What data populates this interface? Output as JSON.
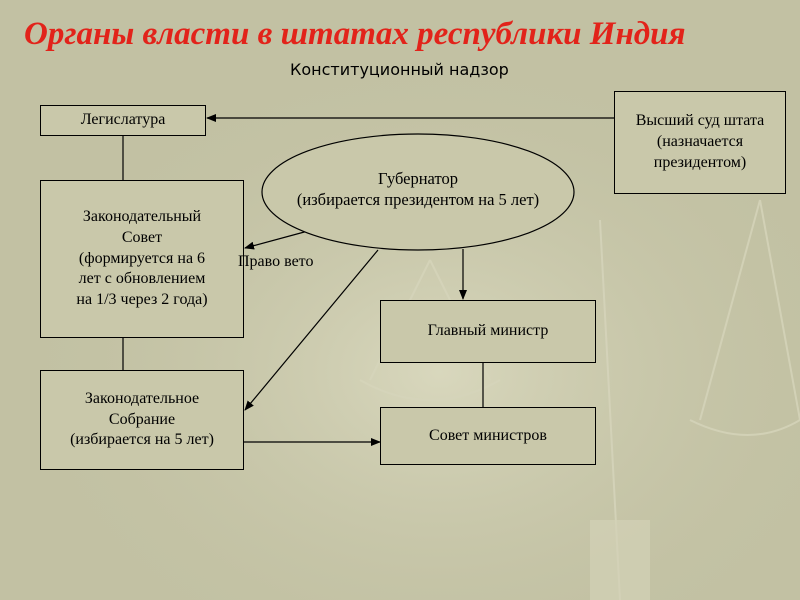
{
  "title": "Органы власти в штатах республики Индия",
  "subtitle": "Конституционный надзор",
  "nodes": {
    "legislature": "Легислатура",
    "high_court": "Высший суд штата\n(назначается\nпрезидентом)",
    "governor": "Губернатор\n(избирается президентом на 5 лет)",
    "legislative_council": "Законодательный\nСовет\n(формируется на 6\nлет с обновлением\nна 1/3 через 2 года)",
    "chief_minister": "Главный министр",
    "legislative_assembly": "Законодательное\nСобрание\n(избирается на 5 лет)",
    "council_of_ministers": "Совет министров"
  },
  "edge_labels": {
    "veto": "Право вето"
  },
  "colors": {
    "title": "#e2231a",
    "background": "#c2c1a3",
    "box_fill": "#c9c8aa",
    "line": "#000000"
  }
}
